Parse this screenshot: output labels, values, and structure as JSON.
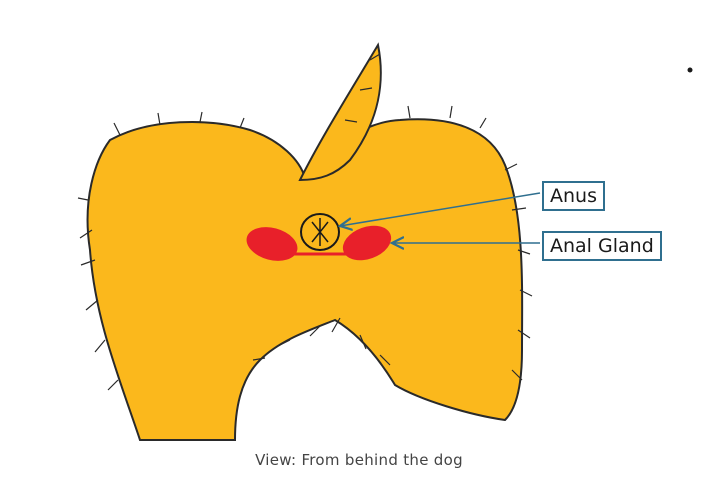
{
  "diagram": {
    "labels": {
      "anus": "Anus",
      "anal_gland": "Anal Gland"
    },
    "caption": "View: From behind the dog"
  },
  "colors": {
    "fur": "#fbb81c",
    "fur_outline": "#2a2a2a",
    "gland": "#e8202a",
    "arrow": "#2f6f8f",
    "label_border": "#2f6f8f"
  }
}
